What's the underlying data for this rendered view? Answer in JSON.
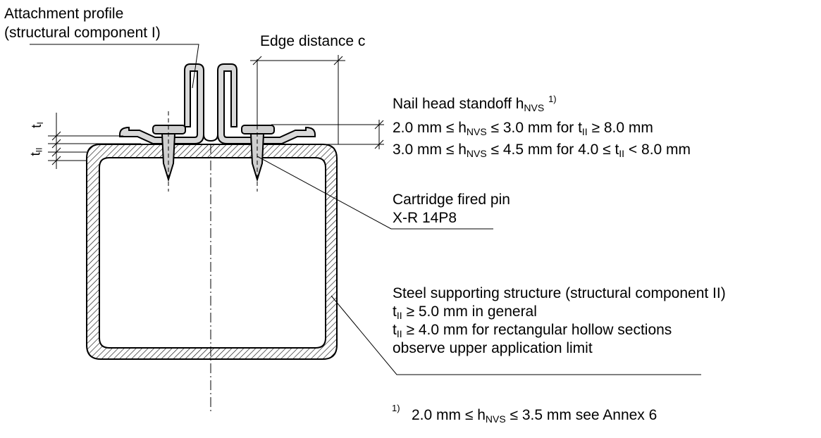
{
  "labels": {
    "attachment_profile_line1": "Attachment profile",
    "attachment_profile_line2": "(structural component I)",
    "edge_distance": "Edge distance c",
    "nail_head_title": "Nail head standoff h",
    "nail_head_sub": "NVS",
    "nail_head_footnote_ref": "1)",
    "standoff_rule_1": {
      "a": "2.0 mm ≤ h",
      "a_sub": "NVS",
      "b": " ≤ 3.0 mm for t",
      "b_sub": "II",
      "c": " ≥ 8.0 mm"
    },
    "standoff_rule_2": {
      "a": "3.0 mm ≤ h",
      "a_sub": "NVS",
      "b": " ≤ 4.5 mm for 4.0 ≤ t",
      "b_sub": "II",
      "c": " < 8.0 mm"
    },
    "pin_line1": "Cartridge fired pin",
    "pin_line2": "X-R 14P8",
    "steel_title": "Steel supporting structure (structural component II)",
    "steel_rule_1": {
      "a": "t",
      "a_sub": "II",
      "b": " ≥ 5.0 mm in general"
    },
    "steel_rule_2": {
      "a": "t",
      "a_sub": "II",
      "b": " ≥ 4.0 mm for rectangular hollow sections"
    },
    "steel_rule_3": "observe upper application limit",
    "footnote": {
      "mark": "1)",
      "a": "2.0 mm ≤ h",
      "a_sub": "NVS",
      "b": " ≤ 3.5 mm  see Annex 6"
    },
    "dim_tI": {
      "a": "t",
      "a_sub": "I"
    },
    "dim_tII": {
      "a": "t",
      "a_sub": "II"
    }
  },
  "colors": {
    "line": "#000000",
    "hatch": "#000000",
    "profile_fill": "#d9d9d9",
    "pin_fill": "#cfcfcf"
  }
}
